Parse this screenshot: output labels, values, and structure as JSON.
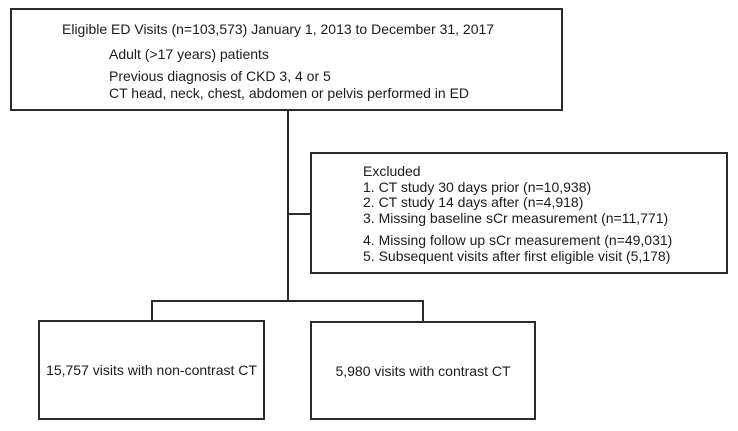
{
  "diagram": {
    "eligibility_box": {
      "title": "Eligible ED Visits (n=103,573) January 1, 2013 to December 31, 2017",
      "criteria": [
        "Adult (>17 years) patients",
        "Previous diagnosis of CKD 3, 4 or 5",
        "CT head, neck, chest, abdomen or pelvis performed in ED"
      ]
    },
    "excluded_box": {
      "title": "Excluded",
      "items": [
        "1. CT study 30 days prior (n=10,938)",
        "2. CT study 14 days after (n=4,918)",
        "3. Missing baseline sCr measurement (n=11,771)",
        "4. Missing follow up sCr measurement (n=49,031)",
        "5. Subsequent visits after first eligible visit (5,178)"
      ]
    },
    "outcome_boxes": [
      {
        "label": "15,757 visits with non-contrast CT"
      },
      {
        "label": "5,980 visits with contrast CT"
      }
    ],
    "colors": {
      "border": "#2b2b2b",
      "text": "#1b1b1b",
      "background": "#ffffff"
    }
  }
}
